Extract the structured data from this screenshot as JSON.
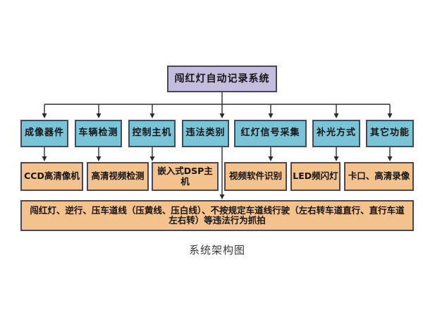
{
  "diagram": {
    "root": {
      "label": "闯红灯自动记录系统"
    },
    "level2": [
      {
        "label": "成像器件"
      },
      {
        "label": "车辆检测"
      },
      {
        "label": "控制主机"
      },
      {
        "label": "违法类别"
      },
      {
        "label": "红灯信号采集"
      },
      {
        "label": "补光方式"
      },
      {
        "label": "其它功能"
      }
    ],
    "level3": [
      {
        "label": "CCD高清像机"
      },
      {
        "label": "高清视频检测"
      },
      {
        "label": "嵌入式DSP主机"
      },
      {
        "label": "视频软件识别"
      },
      {
        "label": "LED频闪灯"
      },
      {
        "label": "卡口、高清录像"
      }
    ],
    "summary": {
      "label": "闯红灯、逆行、压车道线（压黄线、压白线）、不按规定车道线行驶（左右转车道直行、直行车道左右转）等违法行为抓拍"
    },
    "caption": "系统架构图",
    "colors": {
      "root_fill": "#c5bddd",
      "level2_fill": "#7ac4d8",
      "level3_fill": "#f4c28d",
      "border": "#49475a",
      "line": "#2e2e2e"
    }
  }
}
